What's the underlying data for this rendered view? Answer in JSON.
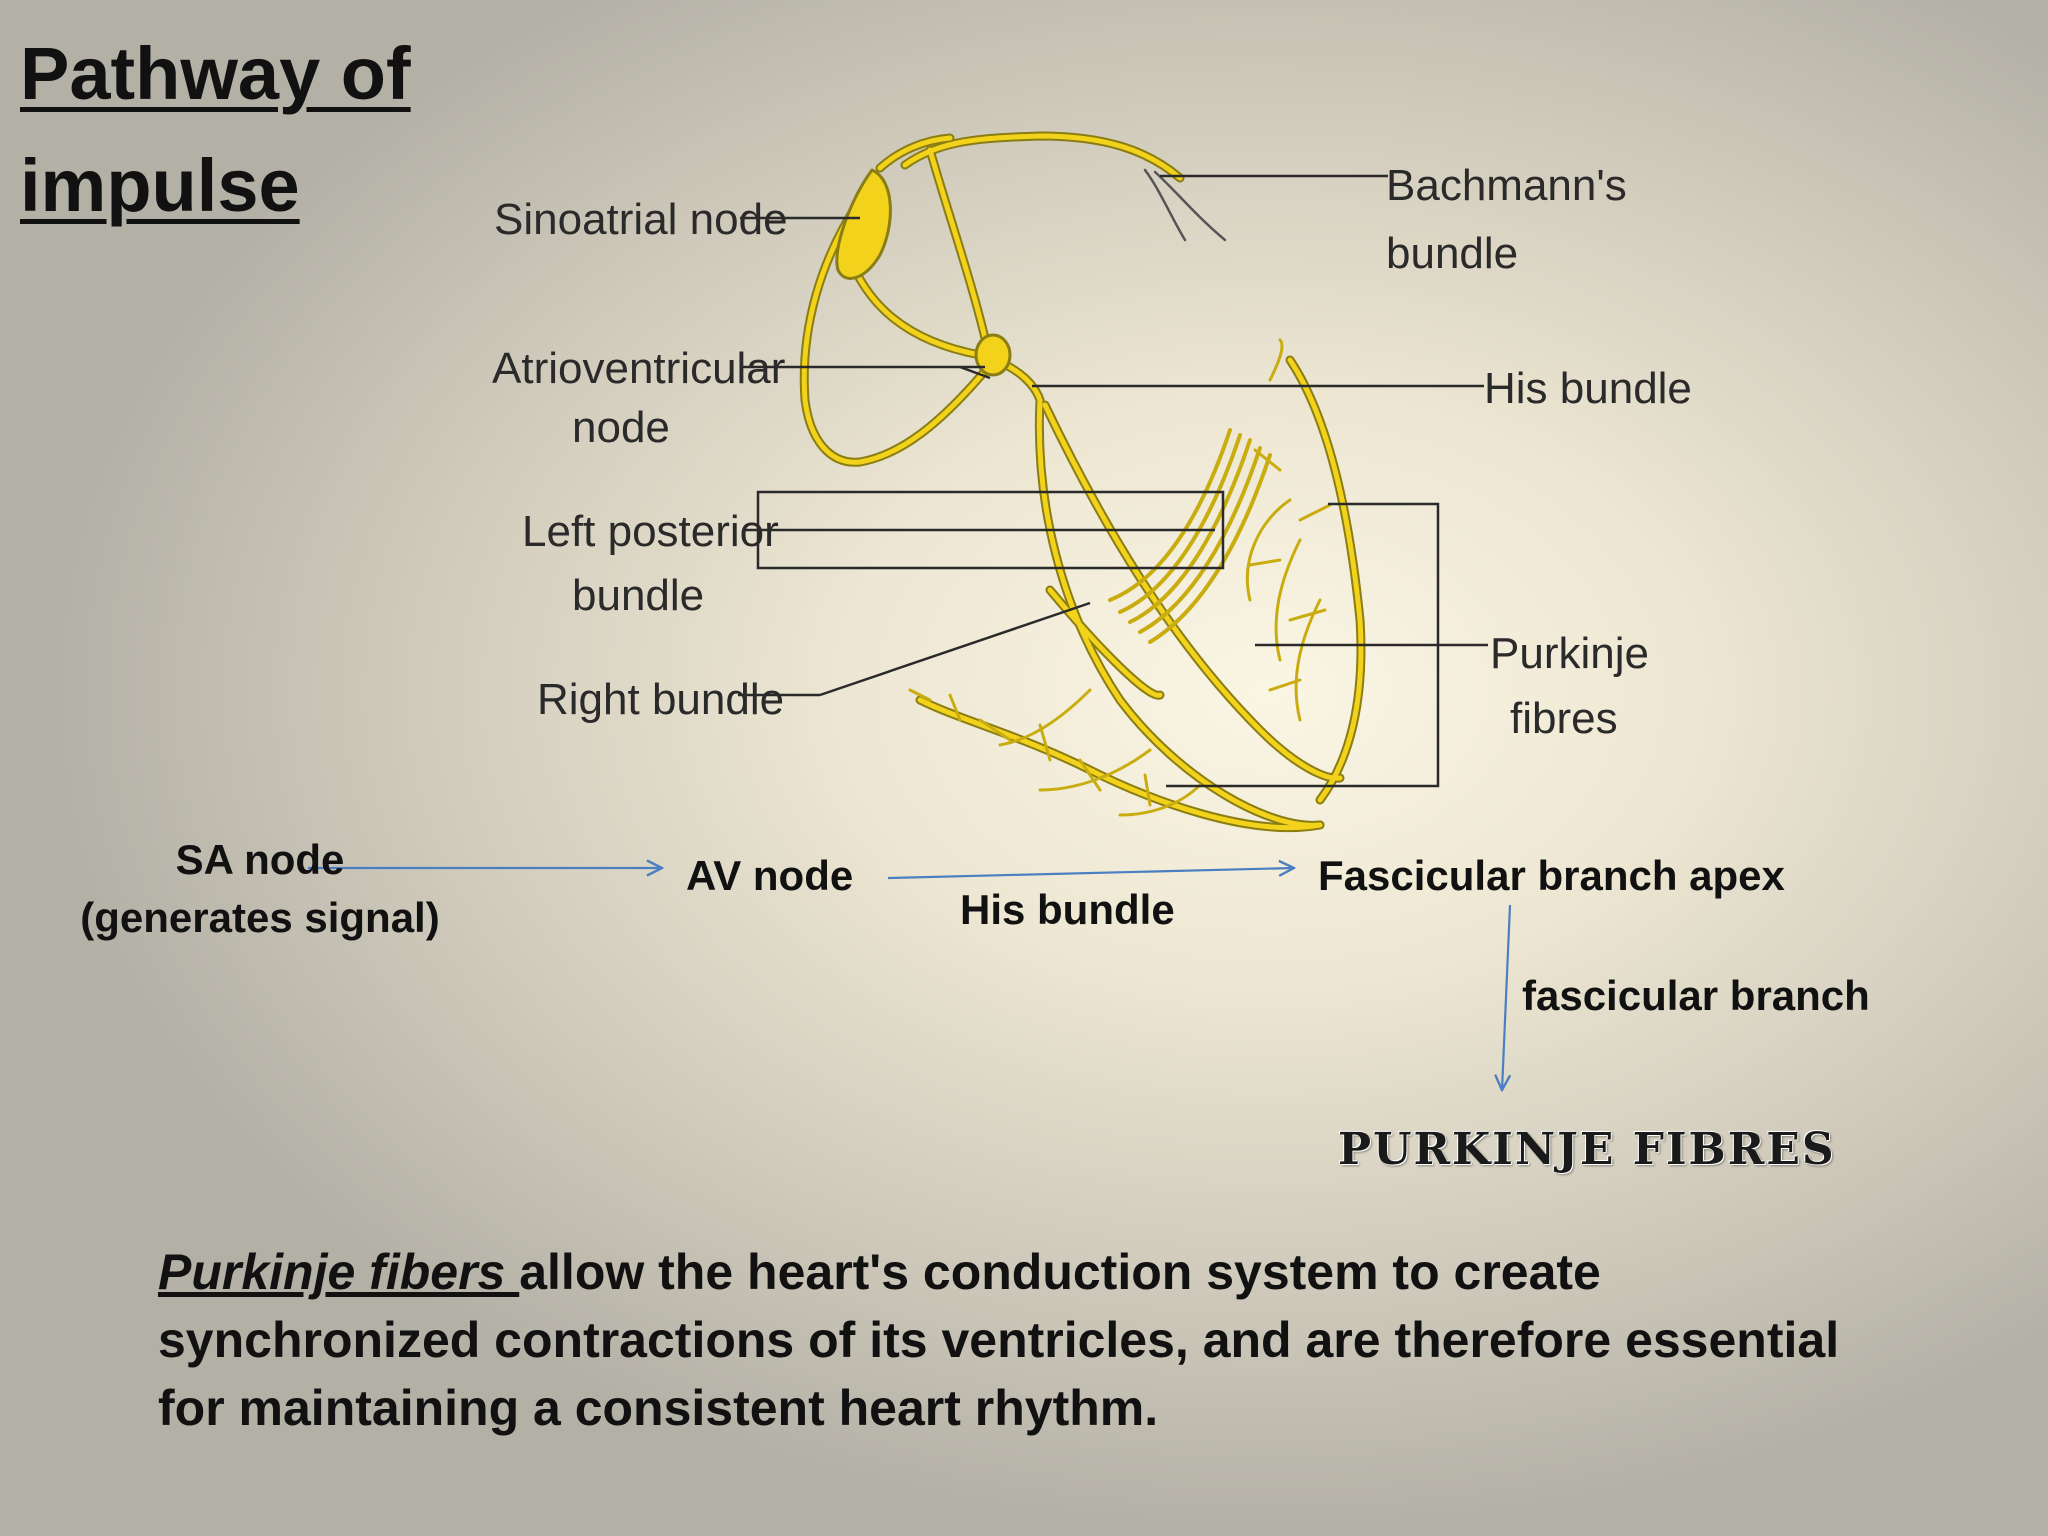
{
  "title_lines": [
    "Pathway of",
    "impulse"
  ],
  "diagram_labels": {
    "sinoatrial": "Sinoatrial node",
    "atrioventricular_1": "Atrioventricular",
    "atrioventricular_2": "node",
    "left_posterior_1": "Left posterior",
    "left_posterior_2": "bundle",
    "right_bundle": "Right bundle",
    "bachmann_1": "Bachmann's",
    "bachmann_2": "bundle",
    "his_bundle": "His bundle",
    "purkinje_1": "Purkinje",
    "purkinje_2": "fibres"
  },
  "flow": {
    "sa_node_1": "SA node",
    "sa_node_2": "(generates signal)",
    "av_node": "AV node",
    "his_bundle": "His bundle",
    "fascicular_apex": "Fascicular branch apex",
    "fascicular_branch": "fascicular branch",
    "purkinje_fibres": "PURKINJE FIBRES"
  },
  "caption": {
    "emphasis": "Purkinje fibers ",
    "rest": "allow the heart's conduction system to create synchronized contractions of its ventricles, and are therefore essential for maintaining a consistent heart rhythm."
  },
  "colors": {
    "conduction_yellow": "#f2d21a",
    "arrow_blue": "#4a7fc1"
  }
}
